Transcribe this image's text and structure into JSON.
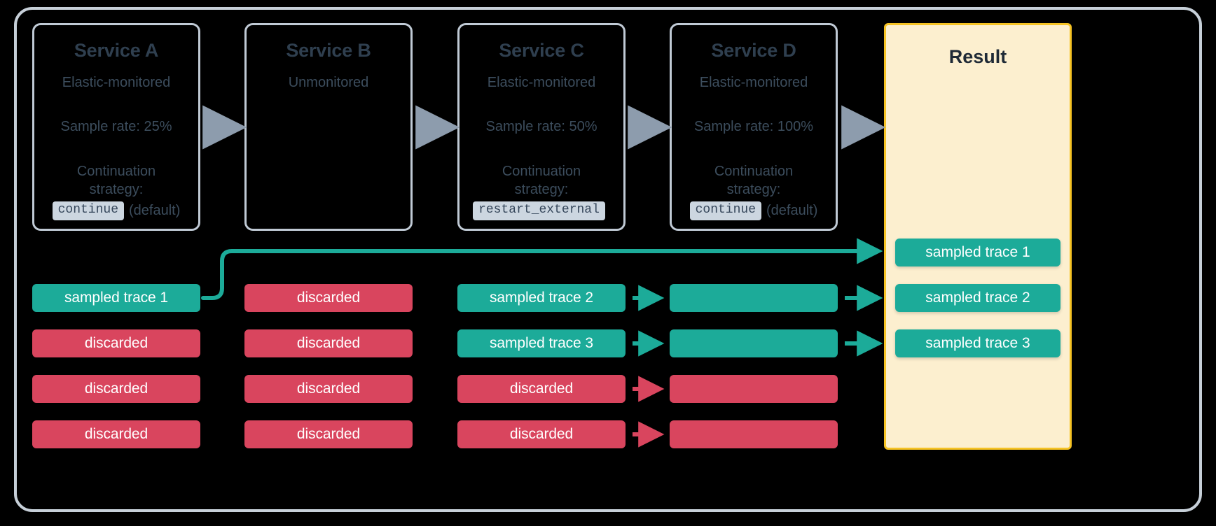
{
  "diagram": {
    "title": "Distributed tracing sampling across services",
    "colors": {
      "background": "#000000",
      "frame_border": "#c6cfd8",
      "card_border": "#c0cad5",
      "card_text": "#3c4d5d",
      "card_title": "#2f3f4f",
      "sampled": "#1cab99",
      "discarded": "#d9455e",
      "result_bg": "#fcefcf",
      "result_border": "#f6c324",
      "grey_arrow": "#8d9cad",
      "code_chip_bg": "#ccd6e0"
    }
  },
  "services": [
    {
      "name": "Service A",
      "monitoring": "Elastic-monitored",
      "sample_rate": "Sample rate: 25%",
      "strategy_label_line1": "Continuation",
      "strategy_label_line2": "strategy:",
      "strategy_value": "continue",
      "strategy_note": "(default)"
    },
    {
      "name": "Service B",
      "monitoring": "Unmonitored",
      "sample_rate": "",
      "strategy_label_line1": "",
      "strategy_label_line2": "",
      "strategy_value": "",
      "strategy_note": ""
    },
    {
      "name": "Service C",
      "monitoring": "Elastic-monitored",
      "sample_rate": "Sample rate: 50%",
      "strategy_label_line1": "Continuation",
      "strategy_label_line2": "strategy:",
      "strategy_value": "restart_external",
      "strategy_note": ""
    },
    {
      "name": "Service D",
      "monitoring": "Elastic-monitored",
      "sample_rate": "Sample rate: 100%",
      "strategy_label_line1": "Continuation",
      "strategy_label_line2": "strategy:",
      "strategy_value": "continue",
      "strategy_note": "(default)"
    }
  ],
  "result": {
    "title": "Result",
    "items": [
      {
        "label": "sampled trace 1",
        "state": "sampled"
      },
      {
        "label": "sampled trace 2",
        "state": "sampled"
      },
      {
        "label": "sampled trace 3",
        "state": "sampled"
      }
    ]
  },
  "trace_columns": [
    {
      "service": "Service A",
      "rows": [
        {
          "label": "sampled trace 1",
          "state": "sampled"
        },
        {
          "label": "discarded",
          "state": "discarded"
        },
        {
          "label": "discarded",
          "state": "discarded"
        },
        {
          "label": "discarded",
          "state": "discarded"
        }
      ]
    },
    {
      "service": "Service B",
      "rows": [
        {
          "label": "discarded",
          "state": "discarded"
        },
        {
          "label": "discarded",
          "state": "discarded"
        },
        {
          "label": "discarded",
          "state": "discarded"
        },
        {
          "label": "discarded",
          "state": "discarded"
        }
      ]
    },
    {
      "service": "Service C",
      "rows": [
        {
          "label": "sampled trace 2",
          "state": "sampled"
        },
        {
          "label": "sampled trace 3",
          "state": "sampled"
        },
        {
          "label": "discarded",
          "state": "discarded"
        },
        {
          "label": "discarded",
          "state": "discarded"
        }
      ]
    },
    {
      "service": "Service D",
      "rows": [
        {
          "label": "",
          "state": "sampled"
        },
        {
          "label": "",
          "state": "sampled"
        },
        {
          "label": "",
          "state": "discarded"
        },
        {
          "label": "",
          "state": "discarded"
        }
      ]
    }
  ],
  "connectors": {
    "service_arrows": 4,
    "bypass_trace": "sampled trace 1"
  }
}
